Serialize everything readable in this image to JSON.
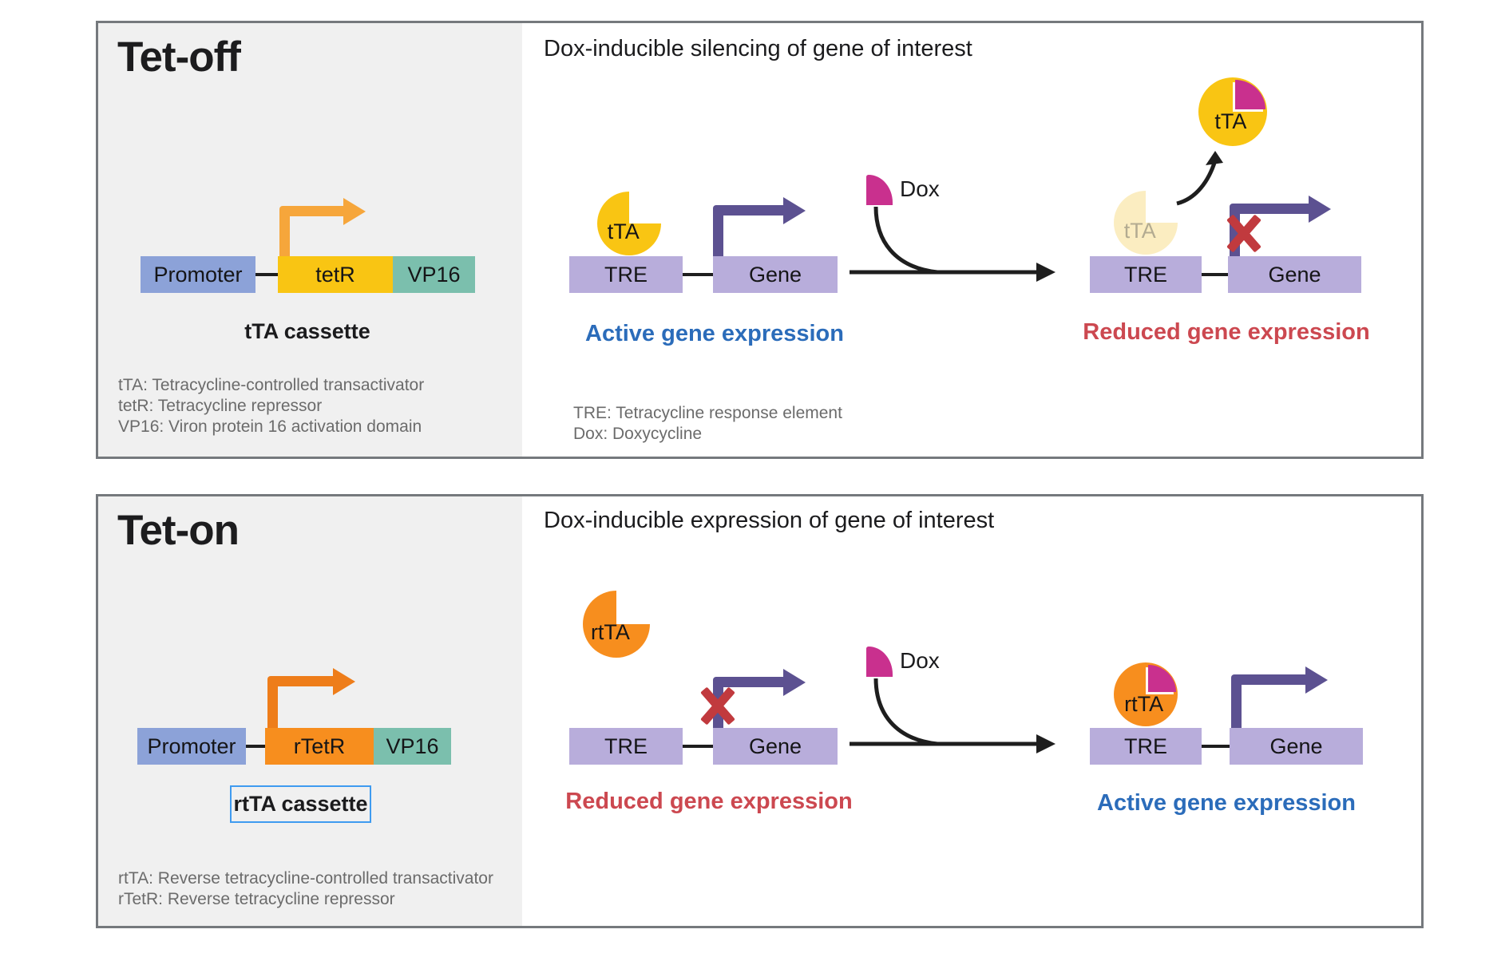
{
  "colors": {
    "panel_border": "#75797D",
    "sidebar_bg": "#F0F0F0",
    "promoter_blue": "#8CA2D8",
    "tetr_yellow": "#F9C513",
    "rtetr_orange": "#F78E1E",
    "vp16_teal": "#7BBFAD",
    "dna_box_lavender": "#B8ADDB",
    "purple_arrow": "#5C5191",
    "orange_arrow_light": "#F6A63B",
    "orange_arrow_dark": "#EE7D1A",
    "dox_magenta": "#C9308E",
    "faded_yellow": "#FBEDC1",
    "red_x": "#C13A3E",
    "active_blue": "#2B6CBA",
    "reduced_red": "#CC4850",
    "legend_gray": "#6B6B6B",
    "cassette_box_border": "#3F9BF0"
  },
  "tet_off": {
    "title": "Tet-off",
    "heading": "Dox-inducible silencing of gene of interest",
    "cassette": {
      "promoter": "Promoter",
      "repressor": "tetR",
      "activation": "VP16",
      "caption": "tTA cassette"
    },
    "abbreviations": [
      "tTA: Tetracycline-controlled transactivator",
      "tetR: Tetracycline repressor",
      "VP16: Viron protein 16 activation domain"
    ],
    "scene_abbreviations": [
      "TRE: Tetracycline response element",
      "Dox: Doxycycline"
    ],
    "bound_state": {
      "protein": "tTA",
      "tre": "TRE",
      "gene": "Gene",
      "status": "Active gene expression"
    },
    "dox_label": "Dox",
    "released_state": {
      "complex_protein": "tTA",
      "faded_protein": "tTA",
      "tre": "TRE",
      "gene": "Gene",
      "status": "Reduced gene expression"
    }
  },
  "tet_on": {
    "title": "Tet-on",
    "heading": "Dox-inducible expression of gene of interest",
    "cassette": {
      "promoter": "Promoter",
      "repressor": "rTetR",
      "activation": "VP16",
      "caption": "rtTA cassette"
    },
    "abbreviations": [
      "rtTA: Reverse tetracycline-controlled transactivator",
      "rTetR: Reverse tetracycline repressor"
    ],
    "unbound_state": {
      "protein": "rtTA",
      "tre": "TRE",
      "gene": "Gene",
      "status": "Reduced gene expression"
    },
    "dox_label": "Dox",
    "bound_state": {
      "complex_protein": "rtTA",
      "tre": "TRE",
      "gene": "Gene",
      "status": "Active gene expression"
    }
  }
}
